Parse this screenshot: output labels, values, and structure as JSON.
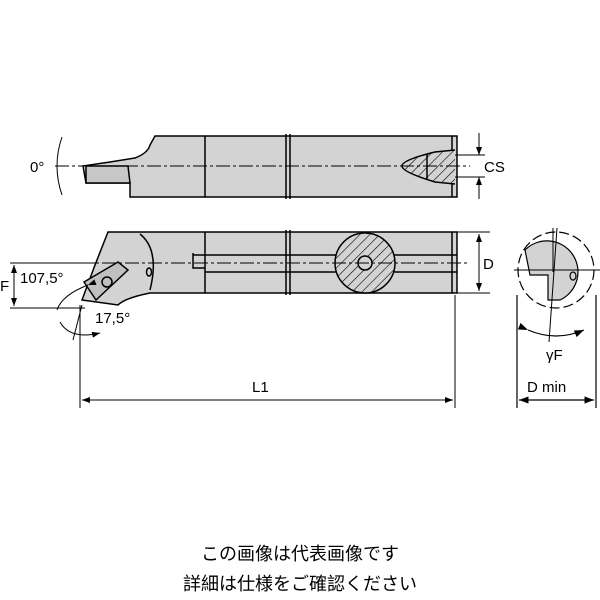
{
  "labels": {
    "angle_top": "0°",
    "cs": "CS",
    "d": "D",
    "f": "F",
    "angle_approach": "107,5°",
    "angle_clearance": "17,5°",
    "l1": "L1",
    "gamma_f": "γF",
    "d_min": "D min"
  },
  "caption": {
    "line1": "この画像は代表画像です",
    "line2": "詳細は仕様をご確認ください"
  },
  "colors": {
    "body": "#d3d3d3",
    "line": "#000000"
  }
}
